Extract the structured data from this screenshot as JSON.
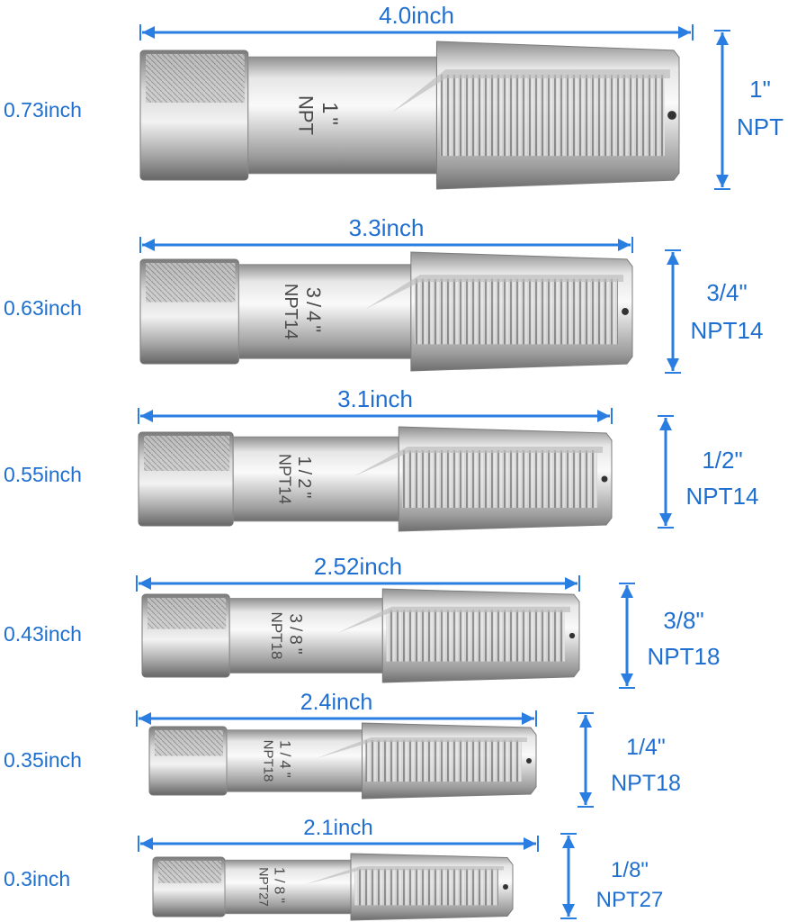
{
  "accent_color": "#2a7de1",
  "taps": [
    {
      "length": "4.0inch",
      "diameter": "0.73inch",
      "size": "1\"",
      "thread": "NPT",
      "engraving": [
        "1\"",
        "NPT"
      ]
    },
    {
      "length": "3.3inch",
      "diameter": "0.63inch",
      "size": "3/4\"",
      "thread": "NPT14",
      "engraving": [
        "3/4\"",
        "NPT14"
      ]
    },
    {
      "length": "3.1inch",
      "diameter": "0.55inch",
      "size": "1/2\"",
      "thread": "NPT14",
      "engraving": [
        "1/2\"",
        "NPT14"
      ]
    },
    {
      "length": "2.52inch",
      "diameter": "0.43inch",
      "size": "3/8\"",
      "thread": "NPT18",
      "engraving": [
        "3/8\"",
        "NPT18"
      ]
    },
    {
      "length": "2.4inch",
      "diameter": "0.35inch",
      "size": "1/4\"",
      "thread": "NPT18",
      "engraving": [
        "1/4\"",
        "NPT18"
      ]
    },
    {
      "length": "2.1inch",
      "diameter": "0.3inch",
      "size": "1/8\"",
      "thread": "NPT27",
      "engraving": [
        "1/8\"",
        "NPT27"
      ]
    }
  ]
}
